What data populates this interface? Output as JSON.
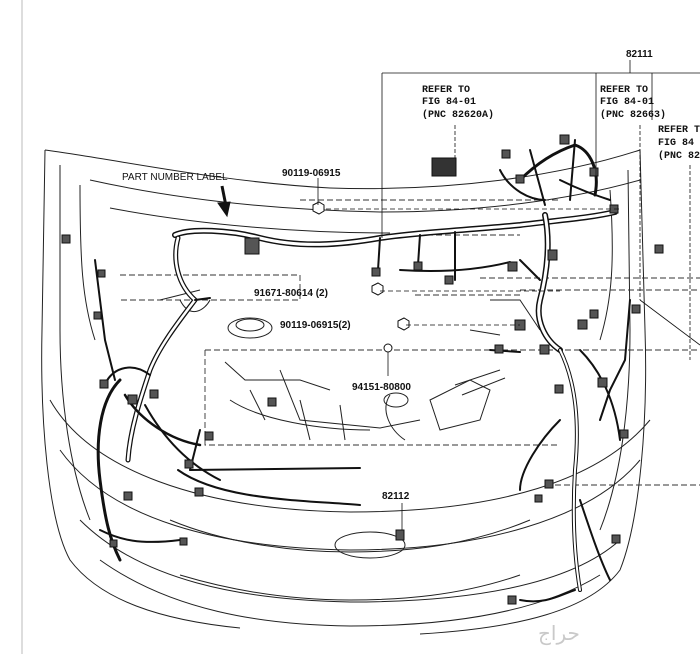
{
  "labels": {
    "part_number_label": "PART NUMBER LABEL",
    "main_part": "82111",
    "sub_part": "82112",
    "p1": "90119-06915",
    "p2": "91671-80614 (2)",
    "p3": "90119-06915(2)",
    "p4": "94151-80800"
  },
  "refs": [
    {
      "l1": "REFER TO",
      "l2": "FIG 84-01",
      "l3": "(PNC 82620A)"
    },
    {
      "l1": "REFER TO",
      "l2": "FIG 84-01",
      "l3": "(PNC 82663)"
    },
    {
      "l1": "REFER T",
      "l2": "FIG 84",
      "l3": "(PNC 82"
    }
  ],
  "watermark": "حراج"
}
